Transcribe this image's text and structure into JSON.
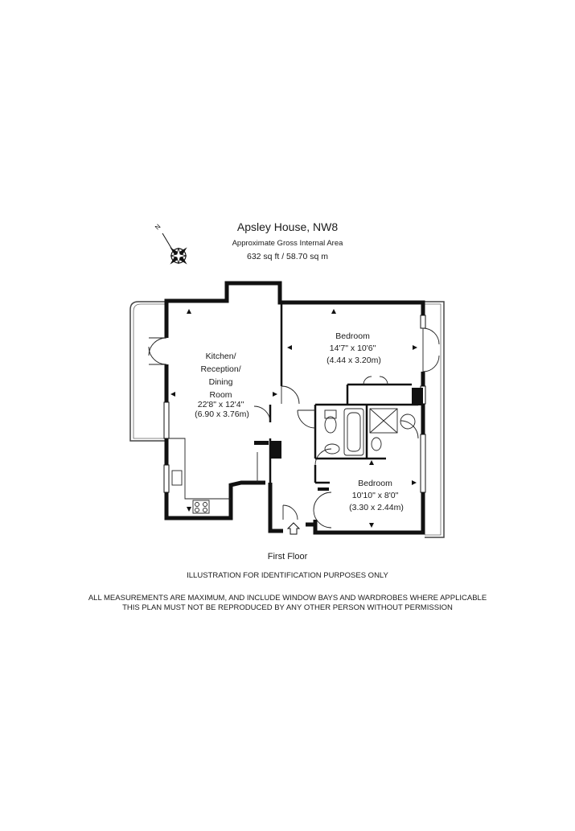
{
  "header": {
    "title": "Apsley House, NW8",
    "subtitle": "Approximate Gross Internal Area",
    "area": "632 sq ft  /  58.70 sq m"
  },
  "compass": {
    "north_label": "N",
    "icon": "compass-rose-icon"
  },
  "rooms": {
    "kitchen": {
      "lines": [
        "Kitchen/",
        "Reception/",
        "Dining",
        "Room",
        "22'8\" x 12'4\"",
        "(6.90 x 3.76m)"
      ]
    },
    "bedroom1": {
      "lines": [
        "Bedroom",
        "14'7\" x 10'6\"",
        "(4.44 x 3.20m)"
      ]
    },
    "bedroom2": {
      "lines": [
        "Bedroom",
        "10'10\" x 8'0\"",
        "(3.30 x 2.44m)"
      ]
    }
  },
  "floor_label": "First Floor",
  "disclaimers": {
    "line1": "ILLUSTRATION FOR IDENTIFICATION PURPOSES ONLY",
    "line2": "ALL MEASUREMENTS ARE MAXIMUM, AND INCLUDE WINDOW BAYS AND WARDROBES WHERE APPLICABLE",
    "line3": "THIS PLAN MUST NOT BE REPRODUCED BY ANY OTHER PERSON WITHOUT PERMISSION"
  },
  "colors": {
    "wall": "#111111",
    "line": "#333333",
    "background": "#ffffff"
  }
}
